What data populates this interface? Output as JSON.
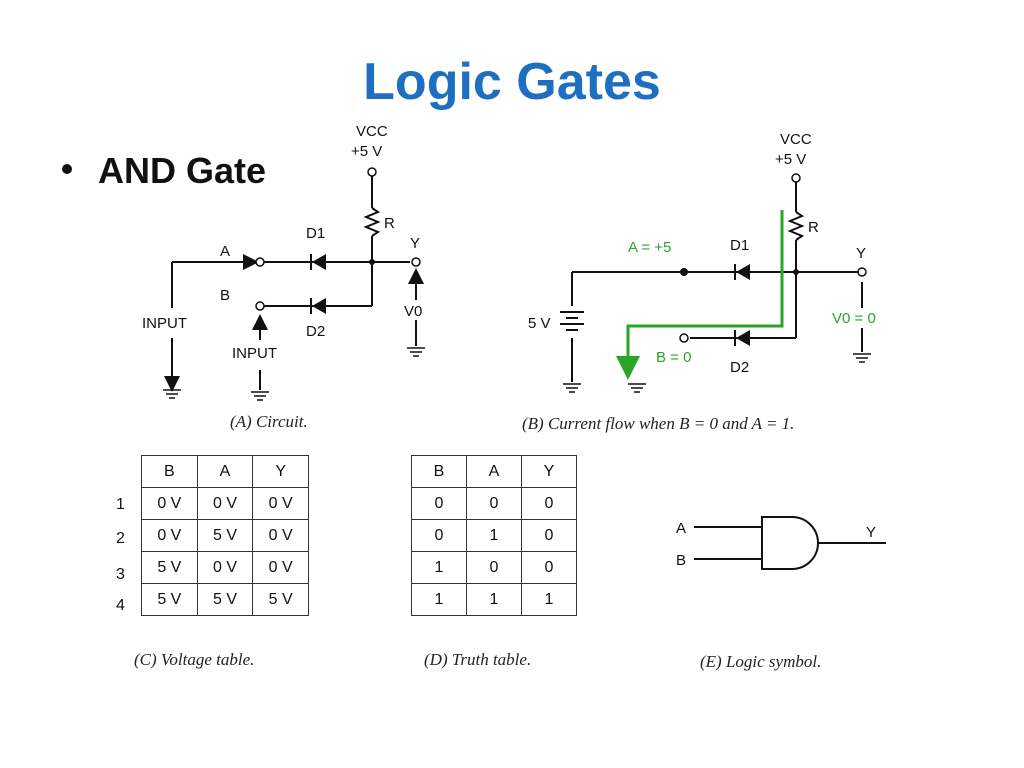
{
  "title": "Logic Gates",
  "bullet": "AND Gate",
  "colors": {
    "title": "#1f6fc0",
    "current_flow": "#2aa52a"
  },
  "circuit_a": {
    "vcc": "VCC",
    "vcc_value": "+5 V",
    "resistor": "R",
    "diode1": "D1",
    "diode2": "D2",
    "input_a": "A",
    "input_b": "B",
    "output": "Y",
    "vout": "V0",
    "input_label_1": "INPUT",
    "input_label_2": "INPUT",
    "caption": "(A) Circuit."
  },
  "circuit_b": {
    "vcc": "VCC",
    "vcc_value": "+5 V",
    "resistor": "R",
    "diode1": "D1",
    "diode2": "D2",
    "a_value": "A = +5",
    "b_value": "B = 0",
    "output": "Y",
    "vout_value": "V0 = 0",
    "battery": "5 V",
    "caption": "(B) Current flow when B = 0 and A = 1."
  },
  "voltage_table": {
    "headers": [
      "B",
      "A",
      "Y"
    ],
    "row_numbers": [
      "1",
      "2",
      "3",
      "4"
    ],
    "rows": [
      [
        "0 V",
        "0 V",
        "0 V"
      ],
      [
        "0 V",
        "5 V",
        "0 V"
      ],
      [
        "5 V",
        "0 V",
        "0 V"
      ],
      [
        "5 V",
        "5 V",
        "5 V"
      ]
    ],
    "caption": "(C) Voltage table."
  },
  "truth_table": {
    "headers": [
      "B",
      "A",
      "Y"
    ],
    "rows": [
      [
        "0",
        "0",
        "0"
      ],
      [
        "0",
        "1",
        "0"
      ],
      [
        "1",
        "0",
        "0"
      ],
      [
        "1",
        "1",
        "1"
      ]
    ],
    "caption": "(D) Truth table."
  },
  "logic_symbol": {
    "input_a": "A",
    "input_b": "B",
    "output": "Y",
    "caption": "(E) Logic symbol."
  }
}
